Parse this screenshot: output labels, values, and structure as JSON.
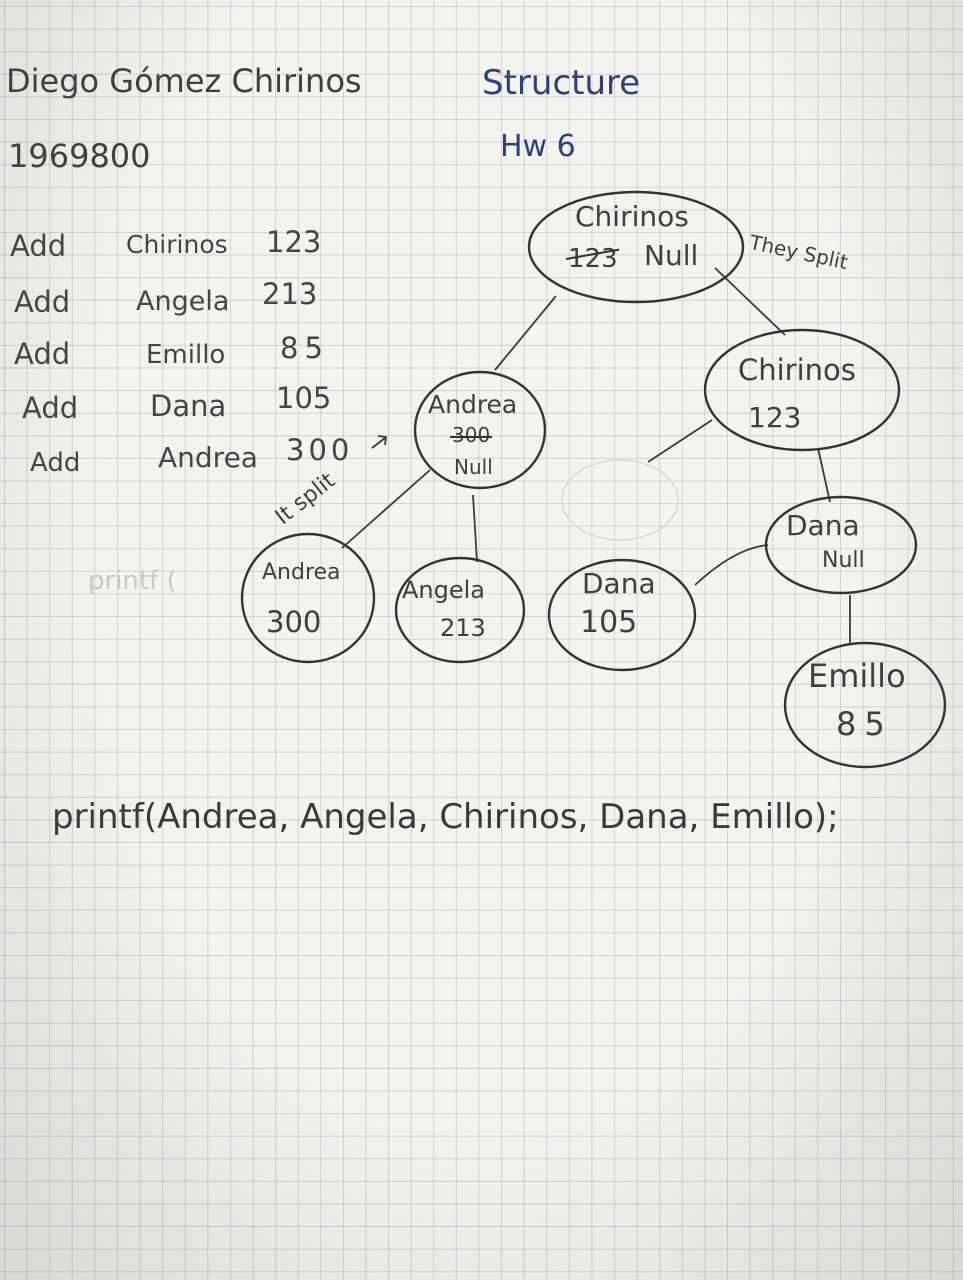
{
  "header": {
    "student_name": "Diego Gómez Chirinos",
    "student_id": "1969800",
    "title": "Structure",
    "subtitle": "Hw 6"
  },
  "operations": [
    {
      "cmd": "Add",
      "name": "Chirinos",
      "value": "123"
    },
    {
      "cmd": "Add",
      "name": "Angela",
      "value": "213"
    },
    {
      "cmd": "Add",
      "name": "Emillo",
      "value": "85"
    },
    {
      "cmd": "Add",
      "name": "Dana",
      "value": "105"
    },
    {
      "cmd": "Add",
      "name": "Andrea",
      "value": "300"
    }
  ],
  "annotations": {
    "they_split": "They Split",
    "it_split": "It split",
    "ghost_printf": "printf ("
  },
  "nodes": {
    "root": {
      "name": "Chirinos",
      "old_value": "123",
      "value": "Null"
    },
    "andrea_top": {
      "name": "Andrea",
      "old_value": "300",
      "value": "Null"
    },
    "chirinos_right": {
      "name": "Chirinos",
      "value": "123"
    },
    "andrea_leaf": {
      "name": "Andrea",
      "value": "300"
    },
    "angela_leaf": {
      "name": "Angela",
      "value": "213"
    },
    "dana_leaf": {
      "name": "Dana",
      "value": "105"
    },
    "dana_mid": {
      "name": "Dana",
      "value": "Null"
    },
    "emillo_leaf": {
      "name": "Emillo",
      "value": "85"
    }
  },
  "footer": {
    "printf_line": "printf(Andrea, Angela, Chirinos, Dana, Emillo);"
  }
}
